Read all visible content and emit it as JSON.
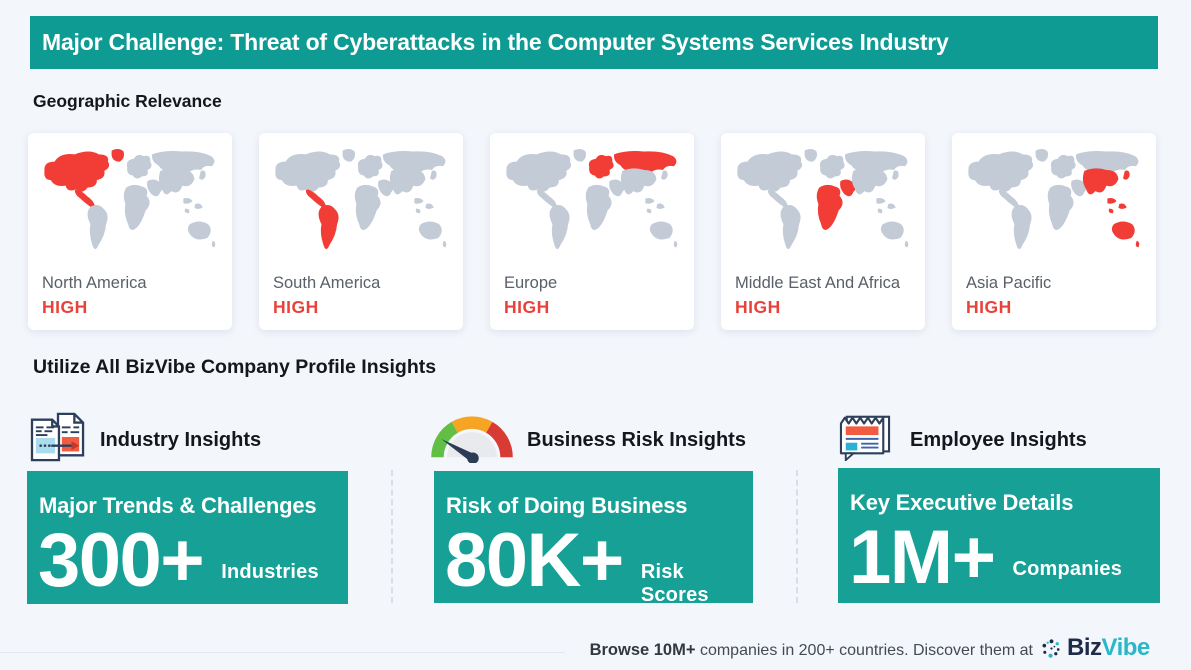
{
  "page": {
    "background": "#f3f6fb"
  },
  "banner": {
    "title": "Major Challenge: Threat of Cyberattacks in the Computer Systems Services Industry",
    "color": "#0e9b93"
  },
  "geographic": {
    "heading": "Geographic Relevance",
    "map_gray": "#c3cbd7",
    "map_red": "#f23d36",
    "level_color": "#e8423b",
    "regions": [
      {
        "label": "North America",
        "level": "HIGH",
        "highlights": [
          "northAmerica",
          "greenland",
          "centralAmerica"
        ]
      },
      {
        "label": "South America",
        "level": "HIGH",
        "highlights": [
          "centralAmerica",
          "southAmerica"
        ]
      },
      {
        "label": "Europe",
        "level": "HIGH",
        "highlights": [
          "europe",
          "russia"
        ]
      },
      {
        "label": "Middle East And Africa",
        "level": "HIGH",
        "highlights": [
          "africa",
          "middleEast"
        ]
      },
      {
        "label": "Asia Pacific",
        "level": "HIGH",
        "highlights": [
          "eastAsia",
          "japan",
          "seAsia",
          "australia",
          "newZealand"
        ]
      }
    ]
  },
  "insights": {
    "heading": "Utilize All BizVibe Company Profile Insights",
    "card_color": "#17a096",
    "groups": [
      {
        "icon": "industry-documents-icon",
        "title": "Industry Insights",
        "metric_label": "Major Trends & Challenges",
        "metric_value": "300+",
        "metric_unit": "Industries"
      },
      {
        "icon": "risk-gauge-icon",
        "title": "Business Risk Insights",
        "metric_label": "Risk of Doing Business",
        "metric_value": "80K+",
        "metric_unit": "Risk Scores"
      },
      {
        "icon": "employee-newspaper-icon",
        "title": "Employee Insights",
        "metric_label": "Key Executive Details",
        "metric_value": "1M+",
        "metric_unit": "Companies"
      }
    ]
  },
  "footer": {
    "browse_bold": "Browse 10M+",
    "browse_rest": "companies in 200+ countries. Discover them at",
    "logo": {
      "primary": "Biz",
      "secondary": "Vibe",
      "primary_color": "#1e2c49",
      "secondary_color": "#2ab7c9"
    }
  }
}
